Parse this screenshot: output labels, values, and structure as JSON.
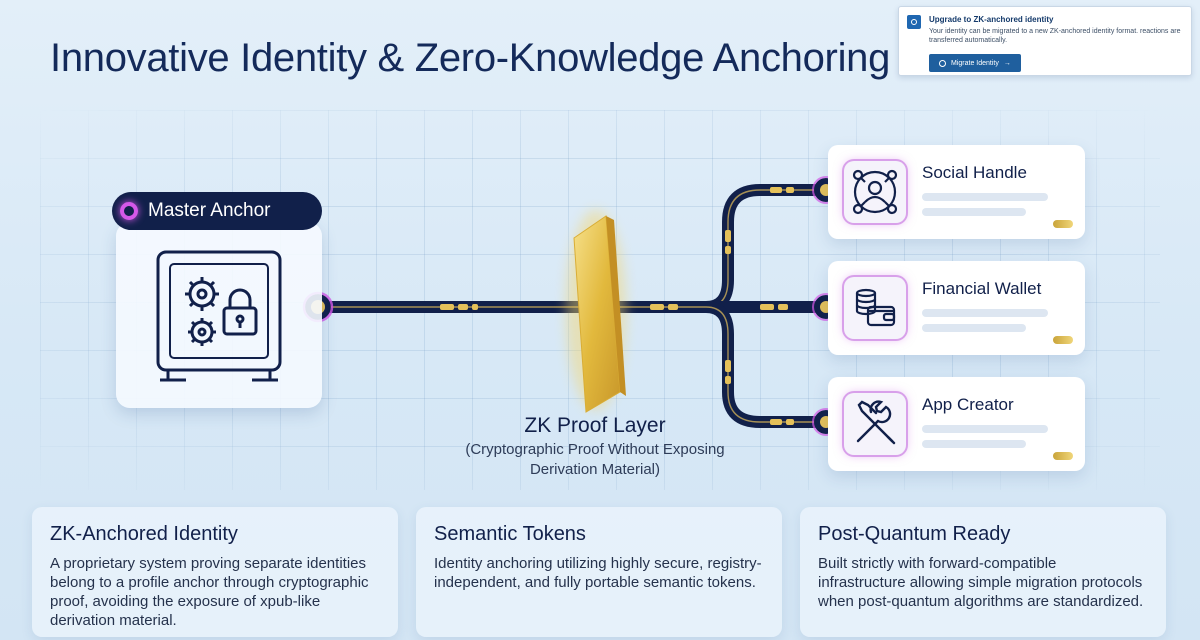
{
  "title": "Innovative Identity & Zero-Knowledge Anchoring",
  "notification": {
    "title": "Upgrade to ZK-anchored identity",
    "body": "Your identity can be migrated to a new ZK-anchored identity format. reactions are transferred automatically.",
    "button": "Migrate Identity",
    "button_arrow": "→"
  },
  "master_anchor": {
    "label": "Master Anchor"
  },
  "zk_layer": {
    "title": "ZK Proof Layer",
    "subtitle": "(Cryptographic Proof Without Exposing Derivation Material)"
  },
  "targets": [
    {
      "label": "Social Handle",
      "icon": "network-icon"
    },
    {
      "label": "Financial Wallet",
      "icon": "wallet-icon"
    },
    {
      "label": "App Creator",
      "icon": "tools-icon"
    }
  ],
  "features": [
    {
      "title": "ZK-Anchored Identity",
      "body": "A proprietary system proving separate identities belong to a profile anchor through cryptographic proof, avoiding the exposure of xpub-like derivation material."
    },
    {
      "title": "Semantic Tokens",
      "body": "Identity anchoring utilizing highly secure, registry-independent, and fully portable semantic tokens."
    },
    {
      "title": "Post-Quantum Ready",
      "body": "Built strictly with forward-compatible infrastructure allowing simple migration protocols when post-quantum algorithms are standardized."
    }
  ],
  "colors": {
    "navy": "#11204a",
    "gold": "#e5c15a",
    "glow": "#d558e8",
    "accent": "#1f5f9e"
  }
}
